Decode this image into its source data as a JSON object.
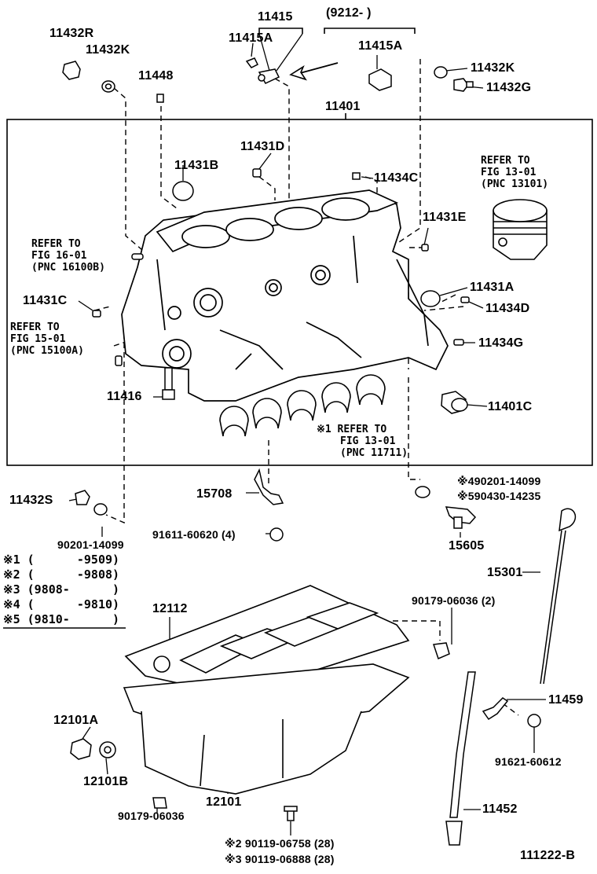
{
  "date_range_top": "(9212-     )",
  "diagram_code": "111222-B",
  "parts": {
    "p11432R": "11432R",
    "p11432K_left": "11432K",
    "p11448": "11448",
    "p11415": "11415",
    "p11415A_left": "11415A",
    "p11415A_right": "11415A",
    "p11432K_right": "11432K",
    "p11432G": "11432G",
    "p11401": "11401",
    "p11431D": "11431D",
    "p11431B": "11431B",
    "p11434C": "11434C",
    "p11431E": "11431E",
    "p11431A": "11431A",
    "p11434D": "11434D",
    "p11431C": "11431C",
    "p11434G": "11434G",
    "p11416": "11416",
    "p11401C": "11401C",
    "p11432S": "11432S",
    "p15708": "15708",
    "p90201": "90201-14099",
    "p91611": "91611-60620 (4)",
    "p490201": "※490201-14099",
    "p590430": "※590430-14235",
    "p15605": "15605",
    "p15301": "15301",
    "p12112": "12112",
    "p90179a": "90179-06036 (2)",
    "p11459": "11459",
    "p12101A": "12101A",
    "p12101B": "12101B",
    "p91621": "91621-60612",
    "p90179b": "90179-06036",
    "p12101": "12101",
    "p11452": "11452",
    "p90119a": "※2  90119-06758 (28)",
    "p90119b": "※3  90119-06888 (28)"
  },
  "refs": {
    "piston": [
      "REFER TO",
      "FIG 13-01",
      "(PNC 13101)"
    ],
    "fig16": [
      "REFER TO",
      "FIG 16-01",
      "(PNC 16100B)"
    ],
    "fig15": [
      "REFER TO",
      "FIG 15-01",
      "(PNC 15100A)"
    ],
    "bearing": [
      "※1 REFER TO",
      "FIG 13-01",
      "(PNC 11711)"
    ]
  },
  "legend": [
    "※1 (      -9509)",
    "※2 (      -9808)",
    "※3 (9808-      )",
    "※4 (      -9810)",
    "※5 (9810-      )"
  ]
}
